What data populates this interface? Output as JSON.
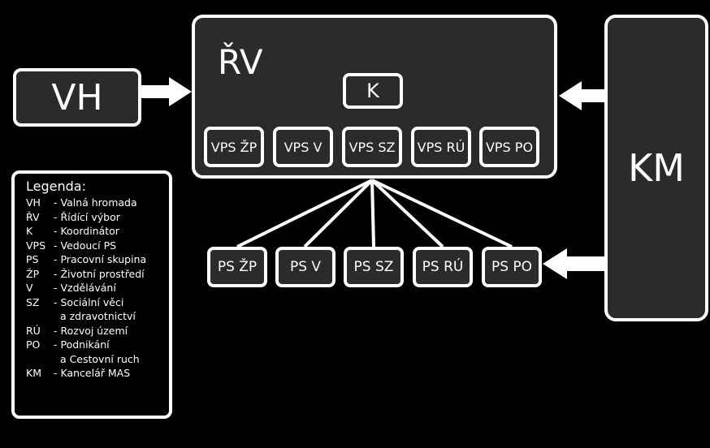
{
  "nodes": {
    "vh": "VH",
    "rv": "ŘV",
    "k": "K",
    "km": "KM",
    "vps": [
      "VPS ŽP",
      "VPS V",
      "VPS SZ",
      "VPS RÚ",
      "VPS PO"
    ],
    "ps": [
      "PS ŽP",
      "PS V",
      "PS SZ",
      "PS RÚ",
      "PS PO"
    ]
  },
  "legend": {
    "title": "Legenda:",
    "items": [
      {
        "abbr": "VH",
        "desc": "- Valná hromada"
      },
      {
        "abbr": "ŘV",
        "desc": "- Řídící výbor"
      },
      {
        "abbr": "K",
        "desc": "- Koordinátor"
      },
      {
        "abbr": "VPS",
        "desc": "- Vedoucí PS"
      },
      {
        "abbr": "PS",
        "desc": "- Pracovní skupina"
      },
      {
        "abbr": "ŽP",
        "desc": "- Životní prostředí"
      },
      {
        "abbr": "V",
        "desc": "- Vzdělávání"
      },
      {
        "abbr": "SZ",
        "desc": "- Sociální věci"
      },
      {
        "abbr": "",
        "desc": "  a zdravotnictví"
      },
      {
        "abbr": "RÚ",
        "desc": "- Rozvoj území"
      },
      {
        "abbr": "PO",
        "desc": "- Podnikání"
      },
      {
        "abbr": "",
        "desc": "  a Cestovní ruch"
      },
      {
        "abbr": "KM",
        "desc": "- Kancelář MAS"
      }
    ]
  },
  "colors": {
    "background": "#000000",
    "box_fill": "#2b2b2b",
    "stroke": "#ffffff"
  }
}
